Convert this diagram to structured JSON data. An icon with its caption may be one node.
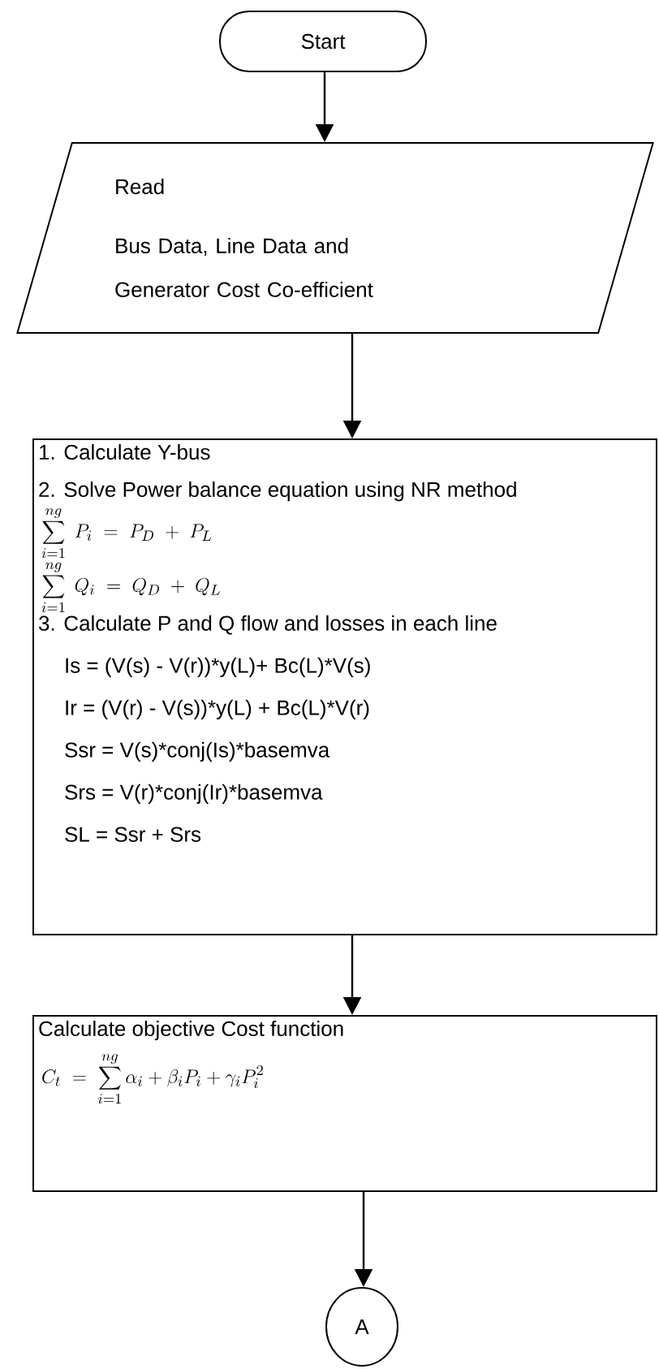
{
  "diagram": {
    "nodes": [
      {
        "text": [
          "Start"
        ]
      },
      {
        "text": [
          "Read",
          "Bus Data, Line Data and Generator Cost Co-efficient"
        ]
      },
      {
        "text": [
          "1. Calculate Y-bus",
          "2. Solve Power balance equation using NR method",
          "\\sum_{i=1}^{ng} \\; P_{i} \\;=\\; P_{D} \\;+\\; P_{L}",
          "\\sum_{i=1}^{ng} \\; Q_{i} \\;=\\; Q_{D} \\;+\\; Q_{L}",
          "3. Calculate P and Q flow and losses in each line",
          "Is = (V(s) - V(r))*y(L)+ Bc(L)*V(s)",
          "Ir = (V(r) - V(s))*y(L) + Bc(L)*V(r)",
          "Ssr = V(s)*conj(Is)*basemva",
          "Srs = V(r)*conj(Ir)*basemva",
          "SL  = Ssr + Srs"
        ]
      },
      {
        "text": [
          "Calculate objective Cost function",
          "C_{t} \\;=\\; \\sum_{i=1}^{ng} \\alpha_{i} + \\beta_{i} P_{i} + \\gamma_{i} P_{i}^{2}"
        ]
      },
      {
        "text": [
          "A"
        ]
      }
    ],
    "edges": [
      {
        "from": 0,
        "to": 1,
        "arrow": "to"
      },
      {
        "from": 1,
        "to": 2,
        "arrow": "to"
      },
      {
        "from": 2,
        "to": 3,
        "arrow": "to"
      },
      {
        "from": 3,
        "to": 4,
        "arrow": "to"
      }
    ]
  }
}
